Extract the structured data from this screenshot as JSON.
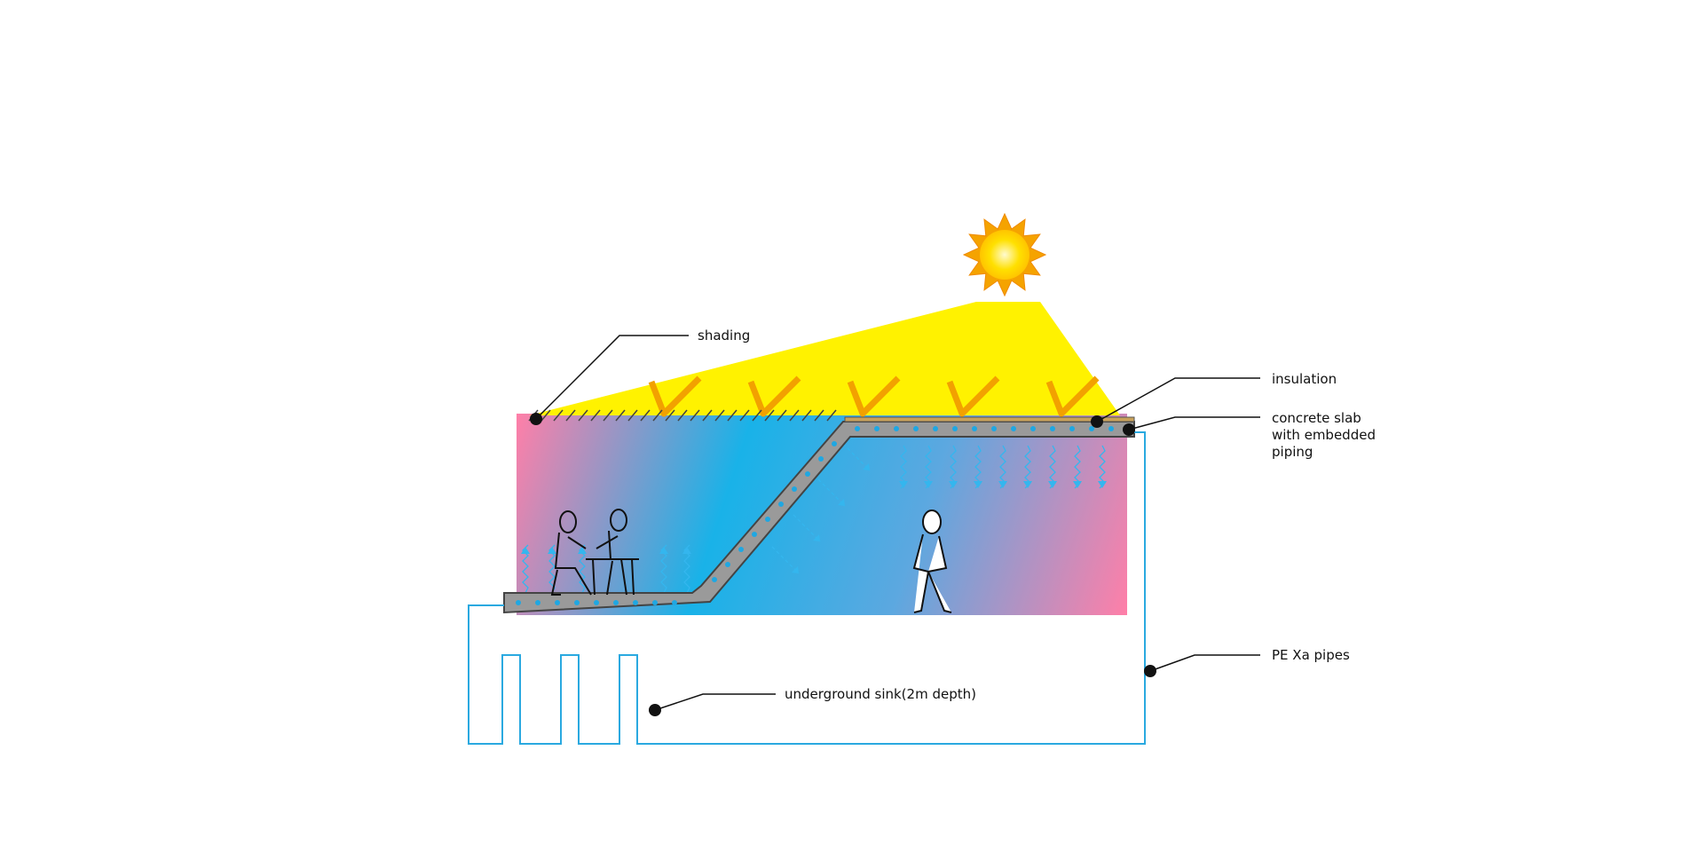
{
  "labels": {
    "shading": "shading",
    "insulation": "insulation",
    "slab_line1": "concrete slab",
    "slab_line2": "with embedded",
    "slab_line3": "piping",
    "pipes": "PE Xa pipes",
    "sink": "underground sink(2m depth)"
  },
  "colors": {
    "sun_light": "#fff200",
    "warm_pink": "#ff7fa8",
    "cool_blue": "#19b2e8",
    "mid_blue": "#7f9fd8",
    "slab": "#9a9a9a",
    "pipe": "#2aa9e0",
    "sun_core": "#ffe000",
    "sun_ray": "#f5a300",
    "heat_arrow": "#f2a100"
  },
  "icons": [
    "sun-icon",
    "heat-arrow-icon",
    "person-icon",
    "table-icon"
  ]
}
